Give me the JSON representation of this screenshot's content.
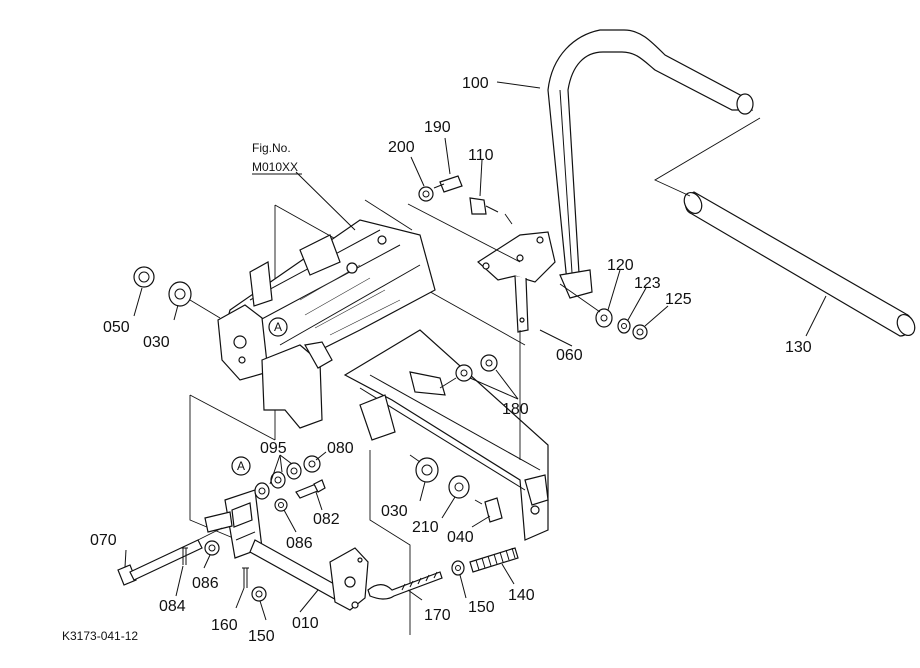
{
  "diagram": {
    "figure_ref": {
      "line1": "Fig.No.",
      "line2": "M010XX"
    },
    "drawing_code": "K3173-041-12",
    "circle_marks": [
      "A",
      "A"
    ],
    "callouts": [
      {
        "id": "100",
        "text": "100"
      },
      {
        "id": "190",
        "text": "190"
      },
      {
        "id": "200",
        "text": "200"
      },
      {
        "id": "110",
        "text": "110"
      },
      {
        "id": "120",
        "text": "120"
      },
      {
        "id": "123",
        "text": "123"
      },
      {
        "id": "125",
        "text": "125"
      },
      {
        "id": "130",
        "text": "130"
      },
      {
        "id": "060",
        "text": "060"
      },
      {
        "id": "050",
        "text": "050"
      },
      {
        "id": "030a",
        "text": "030"
      },
      {
        "id": "180",
        "text": "180"
      },
      {
        "id": "095",
        "text": "095"
      },
      {
        "id": "080",
        "text": "080"
      },
      {
        "id": "082",
        "text": "082"
      },
      {
        "id": "086a",
        "text": "086"
      },
      {
        "id": "030b",
        "text": "030"
      },
      {
        "id": "210",
        "text": "210"
      },
      {
        "id": "040",
        "text": "040"
      },
      {
        "id": "070",
        "text": "070"
      },
      {
        "id": "086b",
        "text": "086"
      },
      {
        "id": "084",
        "text": "084"
      },
      {
        "id": "160",
        "text": "160"
      },
      {
        "id": "150a",
        "text": "150"
      },
      {
        "id": "010",
        "text": "010"
      },
      {
        "id": "170",
        "text": "170"
      },
      {
        "id": "150b",
        "text": "150"
      },
      {
        "id": "140",
        "text": "140"
      }
    ]
  }
}
